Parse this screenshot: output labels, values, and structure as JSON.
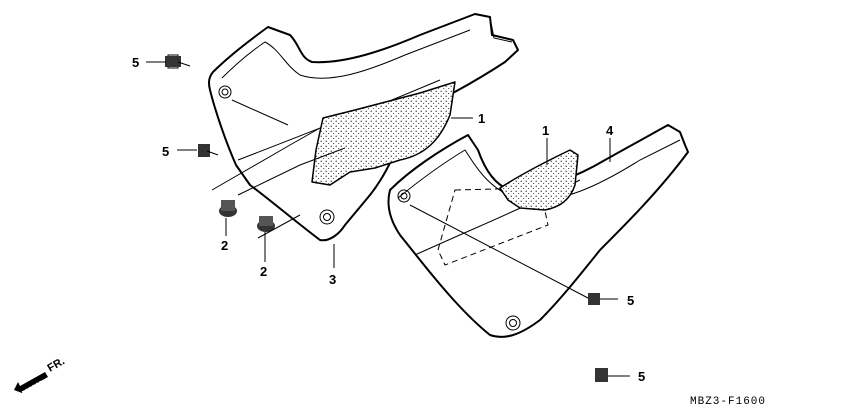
{
  "callouts": {
    "c1a": "1",
    "c1b": "1",
    "c2a": "2",
    "c2b": "2",
    "c3": "3",
    "c4": "4",
    "c5a": "5",
    "c5b": "5",
    "c5c": "5",
    "c5d": "5"
  },
  "direction_label": "FR.",
  "diagram_code": "MBZ3-F1600"
}
